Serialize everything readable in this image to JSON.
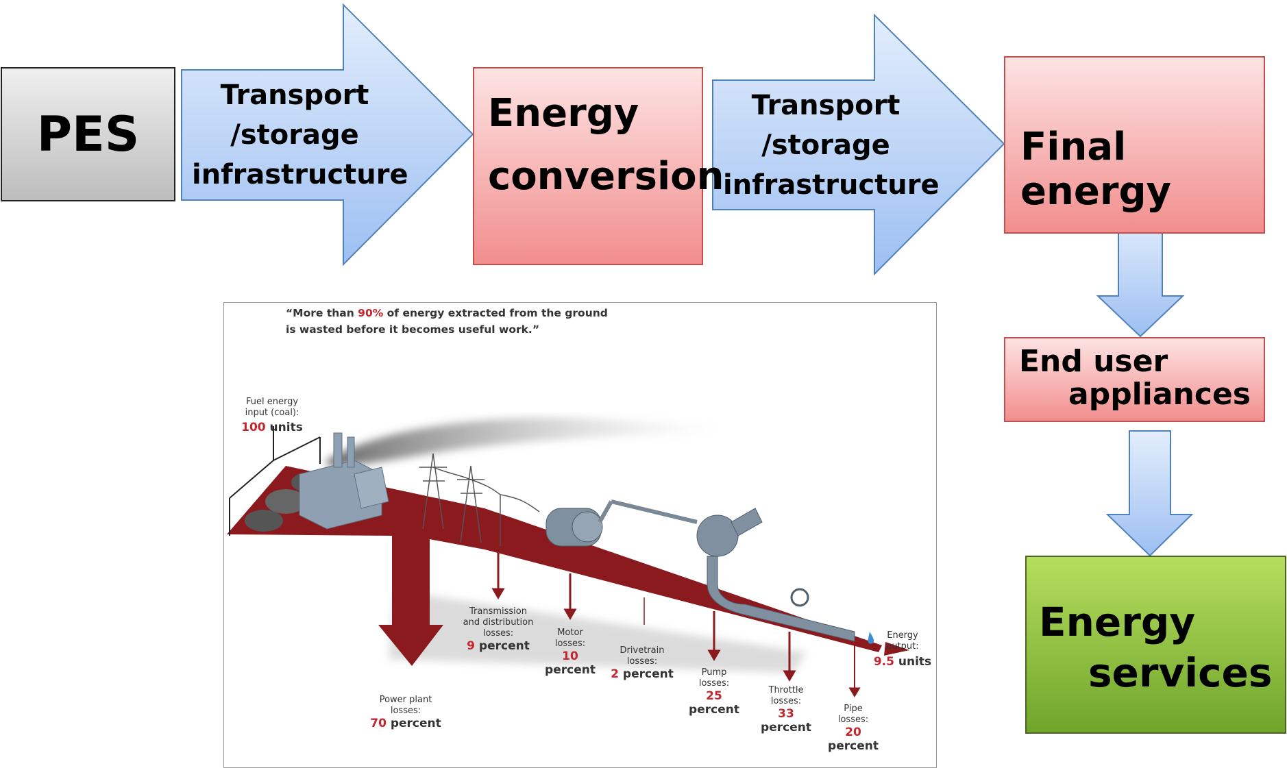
{
  "flow": {
    "pes": "PES",
    "transport1": [
      "Transport",
      "/storage",
      "infrastructure"
    ],
    "conversion": [
      "Energy",
      "conversion"
    ],
    "transport2": [
      "Transport",
      "/storage",
      "infrastructure"
    ],
    "final_energy": "Final energy",
    "end_user": [
      "End user",
      "appliances"
    ],
    "services": [
      "Energy",
      "services"
    ]
  },
  "colors": {
    "arrow_fill": "#c7dcfa",
    "pink_border": "#c0504d",
    "green": "#8dc63f",
    "loss_red": "#8b1a1e"
  },
  "inset": {
    "quote_open": "“More than ",
    "quote_pct": "90%",
    "quote_rest": " of energy extracted from the ground",
    "quote_line2": "is wasted before it becomes useful work.”",
    "fuel": {
      "label1": "Fuel energy",
      "label2": "input (coal):",
      "value": "100",
      "unit": " units"
    },
    "output": {
      "label1": "Energy",
      "label2": "output:",
      "value": "9.5",
      "unit": " units"
    },
    "losses": [
      {
        "lines": [
          "Power plant",
          "losses:"
        ],
        "value": "70",
        "unit": " percent"
      },
      {
        "lines": [
          "Transmission",
          "and distribution",
          "losses:"
        ],
        "value": "9",
        "unit": " percent"
      },
      {
        "lines": [
          "Motor",
          "losses:"
        ],
        "value": "10",
        "unit": " percent"
      },
      {
        "lines": [
          "Drivetrain",
          "losses:"
        ],
        "value": "2",
        "unit": " percent"
      },
      {
        "lines": [
          "Pump",
          "losses:"
        ],
        "value": "25",
        "unit": " percent"
      },
      {
        "lines": [
          "Throttle",
          "losses:"
        ],
        "value": "33",
        "unit": " percent"
      },
      {
        "lines": [
          "Pipe",
          "losses:"
        ],
        "value": "20",
        "unit": " percent"
      }
    ]
  }
}
